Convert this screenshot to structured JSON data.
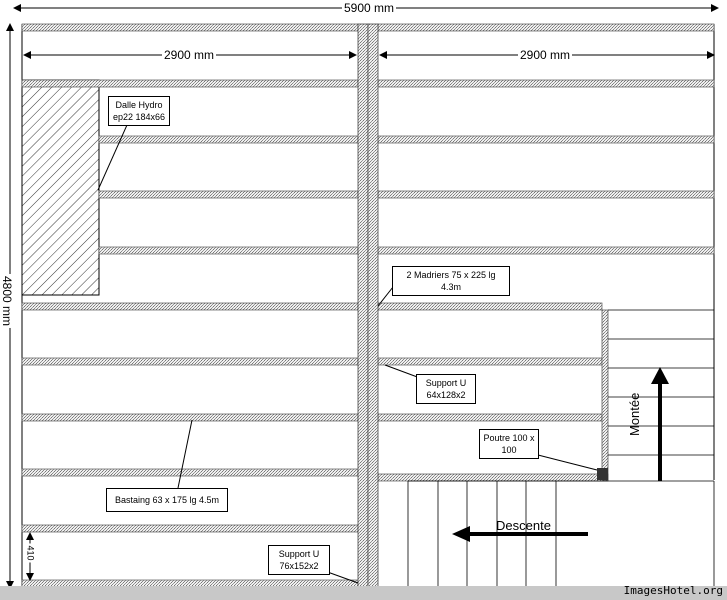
{
  "dimensions": {
    "overall_width": "5900 mm",
    "left_bay_width": "2900 mm",
    "right_bay_width": "2900 mm",
    "overall_height": "4800 mm",
    "small_gap": "410"
  },
  "labels": {
    "dalle": "Dalle Hydro ep22 184x66",
    "madriers": "2 Madriers 75 x 225 lg 4.3m",
    "support_u_right": "Support U 64x128x2",
    "poutre": "Poutre 100 x 100",
    "bastaing": "Bastaing 63 x 175 lg 4.5m",
    "support_u_bottom": "Support U 76x152x2"
  },
  "stairs": {
    "up_label": "Montée",
    "down_label": "Descente"
  },
  "watermark": "ImagesHotel.org"
}
